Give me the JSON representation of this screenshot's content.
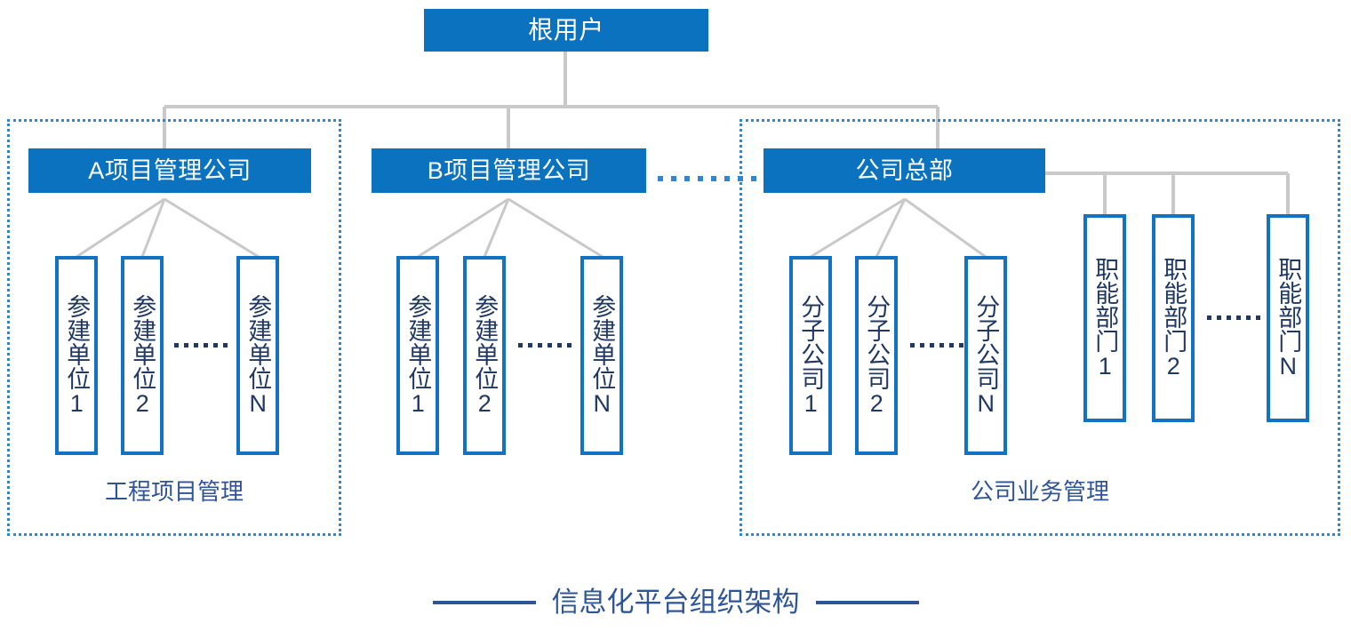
{
  "colors": {
    "node_fill": "#0b72bf",
    "node_text": "#ffffff",
    "leaf_border": "#1272c4",
    "leaf_text": "#1f3864",
    "group_border": "#2e87d0",
    "caption_text": "#2f5597",
    "connector": "#c9c9c9",
    "background": "#ffffff"
  },
  "root": {
    "label": "根用户"
  },
  "groups": [
    {
      "id": "engineering-project-management",
      "caption": "工程项目管理",
      "branches": [
        {
          "id": "company-a",
          "label": "A项目管理公司",
          "children": [
            {
              "label": "参建单位1"
            },
            {
              "label": "参建单位2"
            },
            {
              "label": "参建单位N"
            }
          ],
          "children_ellipsis": "......"
        }
      ]
    },
    {
      "id": "company-b-standalone",
      "caption": "",
      "branches": [
        {
          "id": "company-b",
          "label": "B项目管理公司",
          "children": [
            {
              "label": "参建单位1"
            },
            {
              "label": "参建单位2"
            },
            {
              "label": "参建单位N"
            }
          ],
          "children_ellipsis": "......"
        }
      ],
      "trailing_ellipsis": ".........."
    },
    {
      "id": "company-business-management",
      "caption": "公司业务管理",
      "branches": [
        {
          "id": "headquarters",
          "label": "公司总部",
          "children": [
            {
              "label": "分子公司1"
            },
            {
              "label": "分子公司2"
            },
            {
              "label": "分子公司N"
            }
          ],
          "children_ellipsis": "......",
          "side_children": [
            {
              "label": "职能部门1"
            },
            {
              "label": "职能部门2"
            },
            {
              "label": "职能部门N"
            }
          ],
          "side_children_ellipsis": "......"
        }
      ]
    }
  ],
  "footer": {
    "title": "信息化平台组织架构"
  }
}
